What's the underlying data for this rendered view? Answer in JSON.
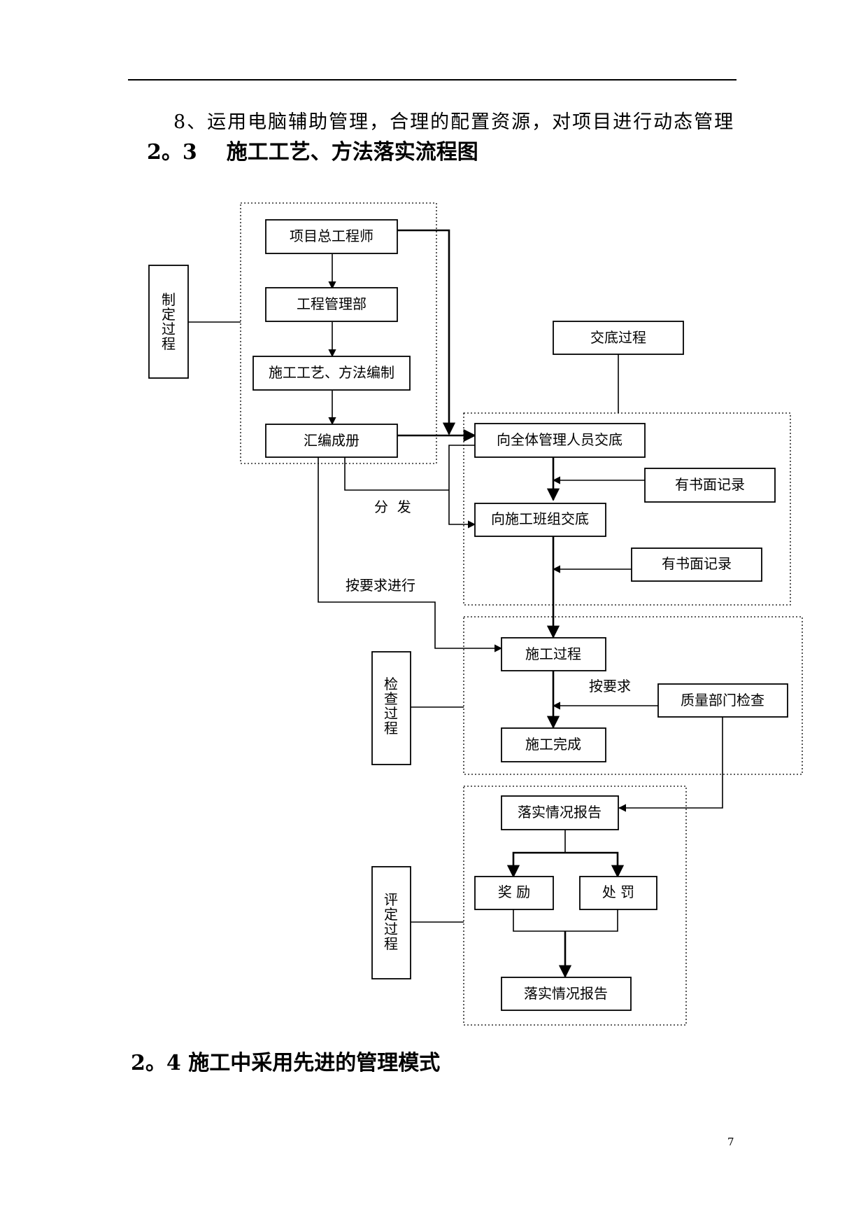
{
  "doc": {
    "paragraph": "8、运用电脑辅助管理，合理的配置资源，对项目进行动态管理",
    "heading_number": "2。3",
    "heading_title": "施工工艺、方法落实流程图",
    "next_heading": "2。4 施工中采用先进的管理模式",
    "page_number": "7"
  },
  "flow": {
    "side": {
      "make": [
        "制",
        "定",
        "过",
        "程"
      ],
      "check": [
        "检",
        "查",
        "过",
        "程"
      ],
      "evaluate": [
        "评",
        "定",
        "过",
        "程"
      ]
    },
    "nodes": {
      "chief_engineer": "项目总工程师",
      "eng_dept": "工程管理部",
      "compile": "施工工艺、方法编制",
      "assemble": "汇编成册",
      "handover_process": "交底过程",
      "brief_managers": "向全体管理人员交底",
      "written_record_1": "有书面记录",
      "brief_teams": "向施工班组交底",
      "written_record_2": "有书面记录",
      "construction": "施工过程",
      "quality_check": "质量部门检查",
      "complete": "施工完成",
      "report_1": "落实情况报告",
      "reward": "奖 励",
      "penalty": "处 罚",
      "report_2": "落实情况报告"
    },
    "labels": {
      "distribute": "分  发",
      "as_required": "按要求进行",
      "per_requirement": "按要求"
    }
  }
}
